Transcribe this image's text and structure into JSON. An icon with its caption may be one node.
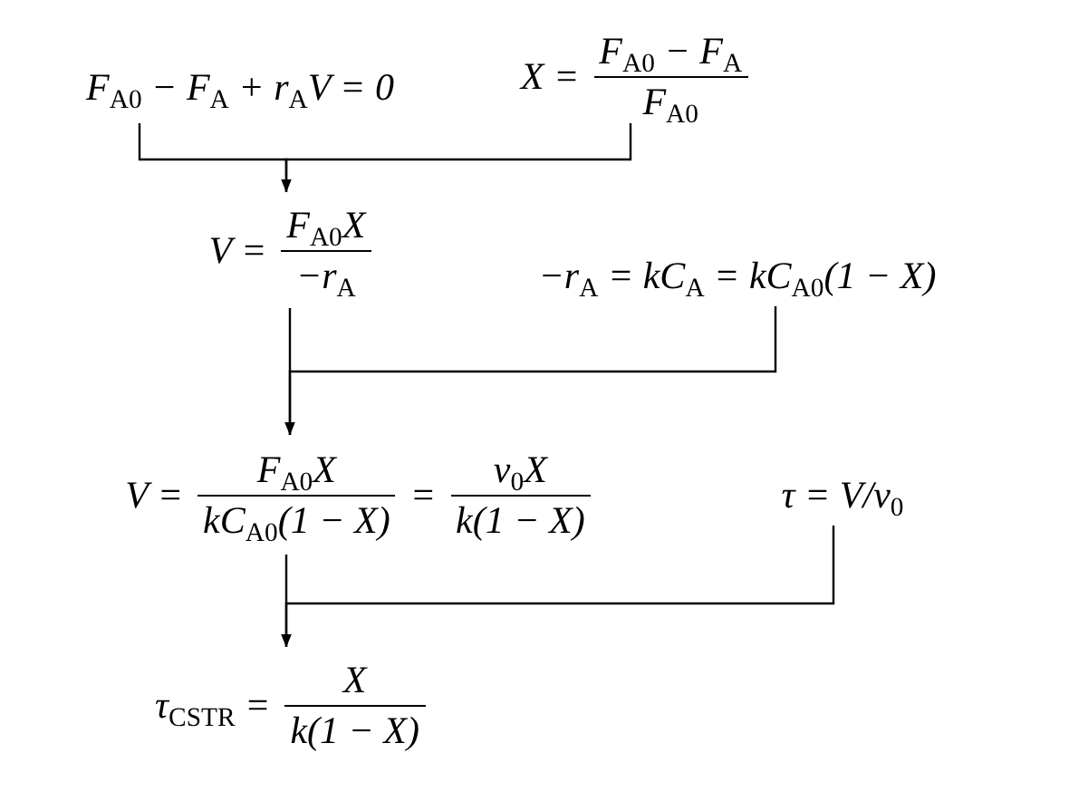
{
  "diagram": {
    "nodes": [
      {
        "text": [
          "F$_{A0}$ − F$_{A}$ + r$_{A}$V = 0"
        ]
      },
      {
        "text": [
          "X =",
          "F$_{A0}$ − F$_{A}$",
          "F$_{A0}$"
        ]
      },
      {
        "text": [
          "V =",
          "F$_{A0}$X",
          "−r$_{A}$"
        ]
      },
      {
        "text": [
          "−r$_{A}$ = kC$_{A}$ = kC$_{A0}$(1 − X)"
        ]
      },
      {
        "text": [
          "V =",
          "F$_{A0}$X",
          "kC$_{A0}$(1 − X)",
          "=",
          "v$_{0}$X",
          "k(1 − X)"
        ]
      },
      {
        "text": [
          "τ = V/v$_{0}$"
        ]
      },
      {
        "text": [
          "τ$_{CSTR}$ =",
          "X",
          "k(1 − X)"
        ]
      }
    ],
    "edges": [
      {
        "from": 0,
        "to": 2,
        "arrow": "to"
      },
      {
        "from": 1,
        "to": 2,
        "arrow": "to"
      },
      {
        "from": 2,
        "to": 4,
        "arrow": "to"
      },
      {
        "from": 3,
        "to": 4,
        "arrow": "to"
      },
      {
        "from": 4,
        "to": 6,
        "arrow": "to"
      },
      {
        "from": 5,
        "to": 6,
        "arrow": "to"
      }
    ]
  }
}
